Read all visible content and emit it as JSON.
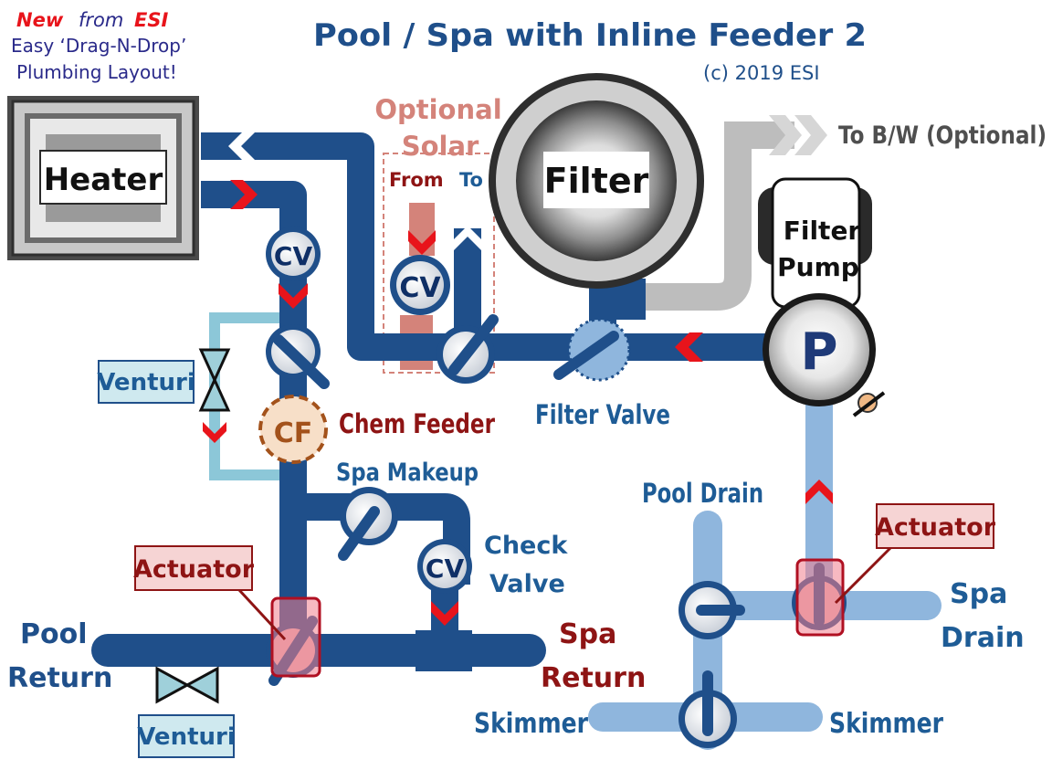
{
  "header": {
    "badge_new": "New",
    "badge_from": "from",
    "badge_brand": "ESI",
    "tagline_1": "Easy ‘Drag-N-Drop’",
    "tagline_2": "Plumbing Layout!",
    "title": "Pool / Spa with Inline Feeder 2",
    "copyright": "(c) 2019 ESI"
  },
  "labels": {
    "heater": "Heater",
    "filter": "Filter",
    "filter_pump_1": "Filter",
    "filter_pump_2": "Pump",
    "pump_letter": "P",
    "optional_solar_1": "Optional",
    "optional_solar_2": "Solar",
    "solar_from": "From",
    "solar_to": "To",
    "to_bw": "To B/W (Optional)",
    "cv": "CV",
    "cf": "CF",
    "chem_feeder": "Chem Feeder",
    "filter_valve": "Filter Valve",
    "spa_makeup": "Spa Makeup",
    "check_valve_1": "Check",
    "check_valve_2": "Valve",
    "venturi": "Venturi",
    "actuator": "Actuator",
    "pool_return_1": "Pool",
    "pool_return_2": "Return",
    "spa_return_1": "Spa",
    "spa_return_2": "Return",
    "pool_drain": "Pool Drain",
    "spa_drain_1": "Spa",
    "spa_drain_2": "Drain",
    "skimmer": "Skimmer"
  },
  "colors": {
    "pipe_dark": "#1f4f8a",
    "pipe_light": "#8fb6dd",
    "pipe_bypass": "#8cc7d8",
    "pipe_gray": "#b9b9b9",
    "solar_pipe": "#d4837a",
    "arrow_red": "#e8141b",
    "label_blue": "#1e5c96",
    "label_red": "#8e1414",
    "title_blue": "#1f4f8a"
  },
  "icons": [
    "heater-icon",
    "filter-icon",
    "pump-icon",
    "check-valve-icon",
    "chem-feeder-icon",
    "venturi-icon",
    "actuator-icon",
    "valve-icon",
    "flow-arrow-icon"
  ]
}
